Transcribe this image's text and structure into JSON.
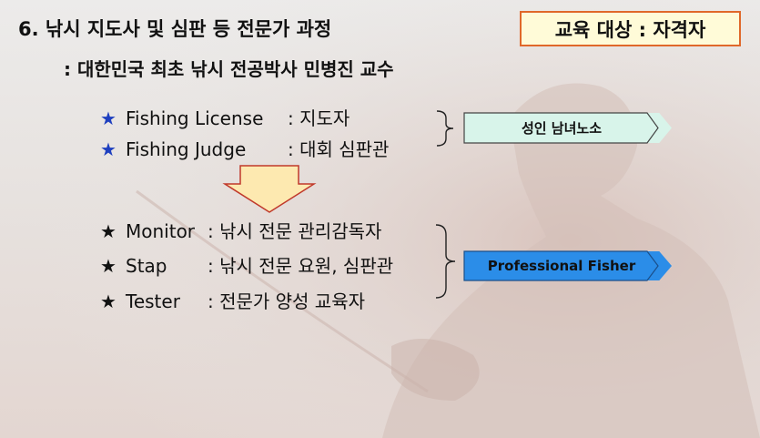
{
  "title": "6.  낚시 지도사 및 심판 등  전문가 과정",
  "subtitle": ": 대한민국 최초 낚시 전공박사 민병진 교수",
  "target_label": "교육 대상 : 자격자",
  "group1": {
    "items": [
      {
        "star": "★",
        "key": "Fishing License",
        "value": ": 지도자"
      },
      {
        "star": "★",
        "key": "Fishing Judge",
        "value": ": 대회 심판관"
      }
    ],
    "label": "성인 남녀노소",
    "label_color": "#d8f4ea"
  },
  "group2": {
    "items": [
      {
        "star": "★",
        "key": "Monitor",
        "value": ": 낚시 전문 관리감독자"
      },
      {
        "star": "★",
        "key": "Stap",
        "value": ": 낚시 전문 요원, 심판관"
      },
      {
        "star": "★",
        "key": "Tester",
        "value": ": 전문가 양성 교육자"
      }
    ],
    "label": "Professional Fisher",
    "label_color": "#2b8de8"
  },
  "colors": {
    "star_blue": "#1e3fbf",
    "box_border": "#e0682a",
    "box_fill": "#fffbd8",
    "arrow_fill": "#fde9b0",
    "arrow_stroke": "#c0392b"
  }
}
